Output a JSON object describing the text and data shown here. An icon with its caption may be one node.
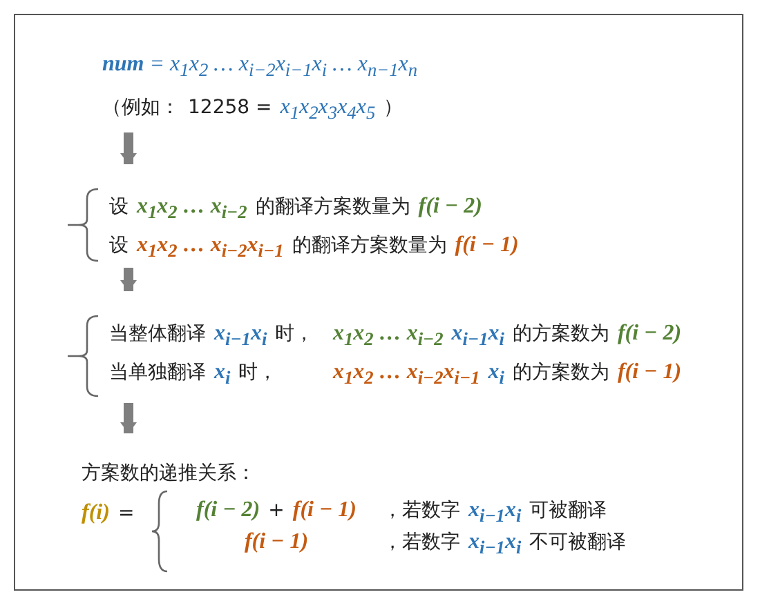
{
  "diagram": {
    "nodes": [
      {
        "text": [],
        "shape": "box"
      },
      {
        "text": [
          "**num** = x$_{1}$x$_{2}$ … x$_{i−2}$x$_{i−1}$x$_{i}$ … x$_{n−1}$x$_{n}$",
          "（例如：",
          "12258 =",
          "x$_{1}$x$_{2}$x$_{3}$x$_{4}$x$_{5}$",
          "）"
        ],
        "in": 0
      },
      {
        "text": [
          "设",
          "x$_{1}$x$_{2}$ … x$_{i−2}$",
          "的翻译方案数量为",
          "f(i − 2)",
          "设",
          "x$_{1}$x$_{2}$ … x$_{i−2}$x$_{i−1}$",
          "的翻译方案数量为",
          "f(i − 1)"
        ],
        "in": 0
      },
      {
        "text": [
          "当整体翻译",
          "x$_{i−1}$x$_{i}$",
          "时，",
          "x$_{1}$x$_{2}$ … x$_{i−2}$",
          "x$_{i−1}$x$_{i}$",
          "的方案数为",
          "f(i − 2)",
          "当单独翻译",
          "x$_{i}$",
          "时，",
          "x$_{1}$x$_{2}$ … x$_{i−2}$x$_{i−1}$",
          "x$_{i}$",
          "的方案数为",
          "f(i − 1)"
        ],
        "in": 0
      },
      {
        "text": [
          "方案数的递推关系：",
          "f(i)",
          "=",
          "f(i − 2)",
          "+",
          "f(i − 1)",
          "，若数字",
          "x$_{i−1}$x$_{i}$",
          "可被翻译",
          "f(i − 1)",
          "，若数字",
          "x$_{i−1}$x$_{i}$",
          "不可被翻译"
        ],
        "in": 0
      }
    ],
    "edges": [
      {
        "from": 1,
        "to": 2,
        "arrow": "to"
      },
      {
        "from": 2,
        "to": 3,
        "arrow": "to"
      },
      {
        "from": 3,
        "to": 4,
        "arrow": "to"
      }
    ]
  }
}
